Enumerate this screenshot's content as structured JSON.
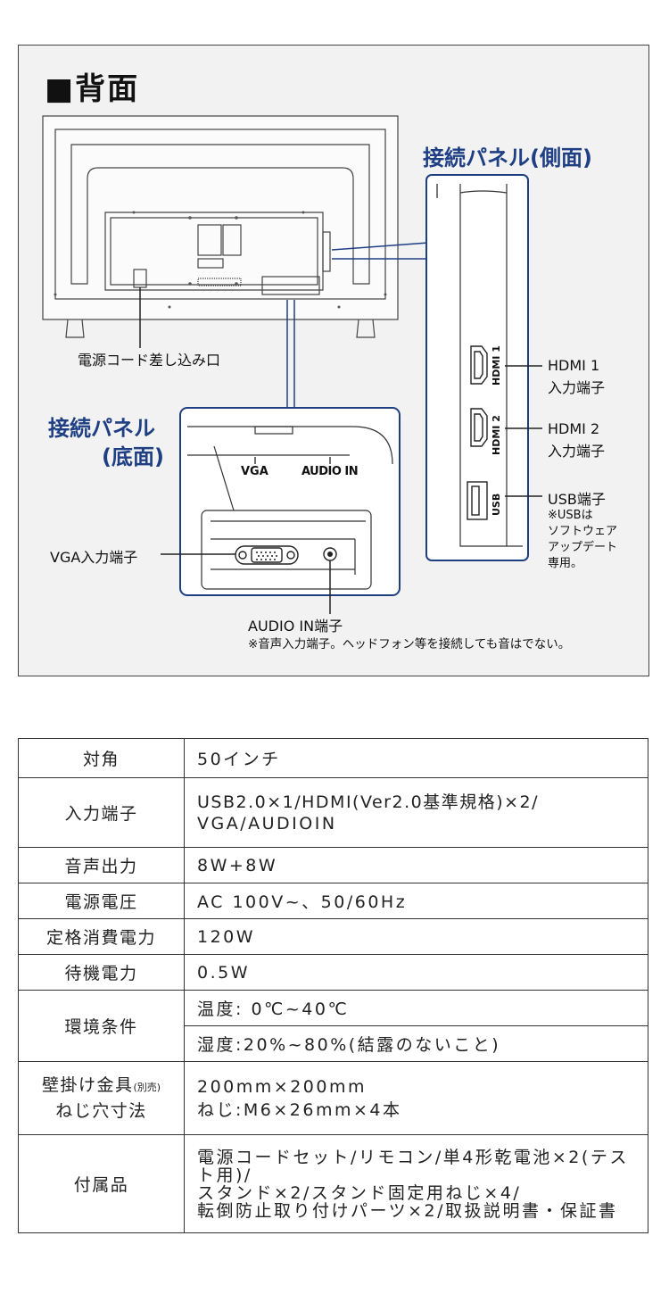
{
  "rear": {
    "title": "■背面",
    "side_panel_title": "接続パネル(側面)",
    "bottom_panel_title_1": "接続パネル",
    "bottom_panel_title_2": "(底面)",
    "power_cord_label": "電源コード差し込み口",
    "vga_terminal_label": "VGA入力端子",
    "vga_small": "VGA",
    "audio_in_small": "AUDIO IN",
    "audio_in_label": "AUDIO IN端子",
    "audio_in_note": "※音声入力端子。ヘッドフォン等を接続しても音はでない。",
    "hdmi1_port": "HDMI 1",
    "hdmi2_port": "HDMI 2",
    "usb_port": "USB",
    "hdmi1_label_1": "HDMI 1",
    "hdmi1_label_2": "入力端子",
    "hdmi2_label_1": "HDMI 2",
    "hdmi2_label_2": "入力端子",
    "usb_label": "USB端子",
    "usb_note_1": "※USBは",
    "usb_note_2": "ソフトウェア",
    "usb_note_3": "アップデート",
    "usb_note_4": "専用。"
  },
  "spec": {
    "size_k": "対角",
    "size_v": "50インチ",
    "input_k": "入力端子",
    "input_v1": "USB2.0×1/HDMI(Ver2.0基準規格)×2/",
    "input_v2": "VGA/AUDIOIN",
    "audio_k": "音声出力",
    "audio_v": "8W+8W",
    "power_k": "電源電圧",
    "power_v": "AC 100V~、50/60Hz",
    "rated_k": "定格消費電力",
    "rated_v": "120W",
    "standby_k": "待機電力",
    "standby_v": "0.5W",
    "env_k": "環境条件",
    "env_v1": "温度: 0℃~40℃",
    "env_v2": "湿度:20%~80%(結露のないこと)",
    "wall_k1": "壁掛け金具",
    "wall_k_small": "(別売)",
    "wall_k2": "ねじ穴寸法",
    "wall_v1": "200mm×200mm",
    "wall_v2": "ねじ:M6×26mm×4本",
    "acc_k": "付属品",
    "acc_v1": "電源コードセット/リモコン/単4形乾電池×2(テスト用)/",
    "acc_v2": "スタンド×2/スタンド固定用ねじ×4/",
    "acc_v3": "転倒防止取り付けパーツ×2/取扱説明書・保証書"
  }
}
